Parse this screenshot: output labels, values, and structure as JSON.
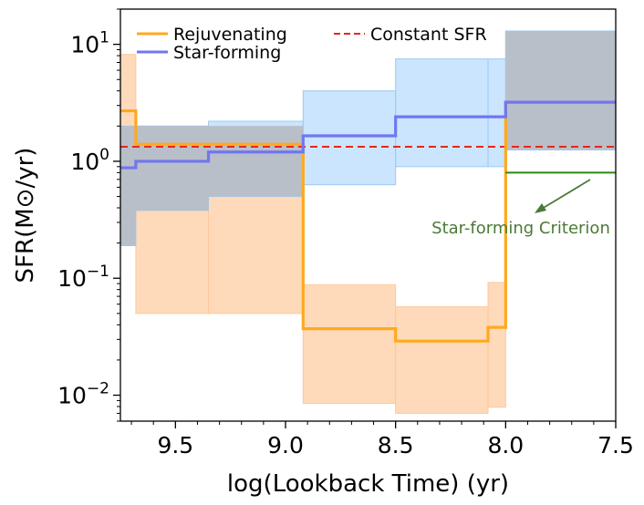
{
  "chart_data": {
    "type": "line",
    "xlabel": "log(Lookback Time) (yr)",
    "ylabel": "SFR(M⊙/yr)",
    "xlim": [
      9.75,
      7.5
    ],
    "ylim": [
      0.006,
      20
    ],
    "y_scale": "log",
    "x_ticks": [
      {
        "value": 9.5,
        "label": "9.5"
      },
      {
        "value": 9.0,
        "label": "9.0"
      },
      {
        "value": 8.5,
        "label": "8.5"
      },
      {
        "value": 8.0,
        "label": "8.0"
      },
      {
        "value": 7.5,
        "label": "7.5"
      }
    ],
    "y_ticks": [
      {
        "value": 0.01,
        "base": "10",
        "exp": "−2"
      },
      {
        "value": 0.1,
        "base": "10",
        "exp": "−1"
      },
      {
        "value": 1,
        "base": "10",
        "exp": "0"
      },
      {
        "value": 10,
        "base": "10",
        "exp": "1"
      }
    ],
    "bin_edges": [
      9.75,
      9.68,
      9.35,
      8.92,
      8.5,
      8.08,
      8.0,
      7.5
    ],
    "series": [
      {
        "name": "Rejuvenating",
        "color": "#ffa91e",
        "band_color": "#ffd4ae",
        "values": [
          2.7,
          1.4,
          1.4,
          0.037,
          0.029,
          0.038,
          3.2
        ],
        "lower": [
          0.19,
          0.05,
          0.05,
          0.0085,
          0.007,
          0.0079,
          1.25
        ],
        "upper": [
          8.2,
          2.0,
          2.0,
          0.088,
          0.057,
          0.092,
          13.0
        ]
      },
      {
        "name": "Star-forming",
        "color": "#7276f0",
        "band_color": "#b9dcfd",
        "values": [
          0.88,
          1.0,
          1.2,
          1.65,
          2.4,
          2.4,
          3.2
        ],
        "lower": [
          0.19,
          0.38,
          0.5,
          0.63,
          0.9,
          0.9,
          1.25
        ],
        "upper": [
          2.0,
          2.0,
          2.2,
          4.0,
          7.5,
          7.5,
          13.0
        ]
      }
    ],
    "reference_lines": [
      {
        "name": "Constant SFR",
        "style": "dashed",
        "color": "#e8251d",
        "value": 1.33
      }
    ],
    "criterion_line": {
      "color": "#2a8a14",
      "x_start": 8.0,
      "x_end": 7.5,
      "value": 0.8
    },
    "annotation": {
      "text": "Star-forming Criterion",
      "color": "#4a7a36"
    },
    "legend_placement": "top"
  }
}
